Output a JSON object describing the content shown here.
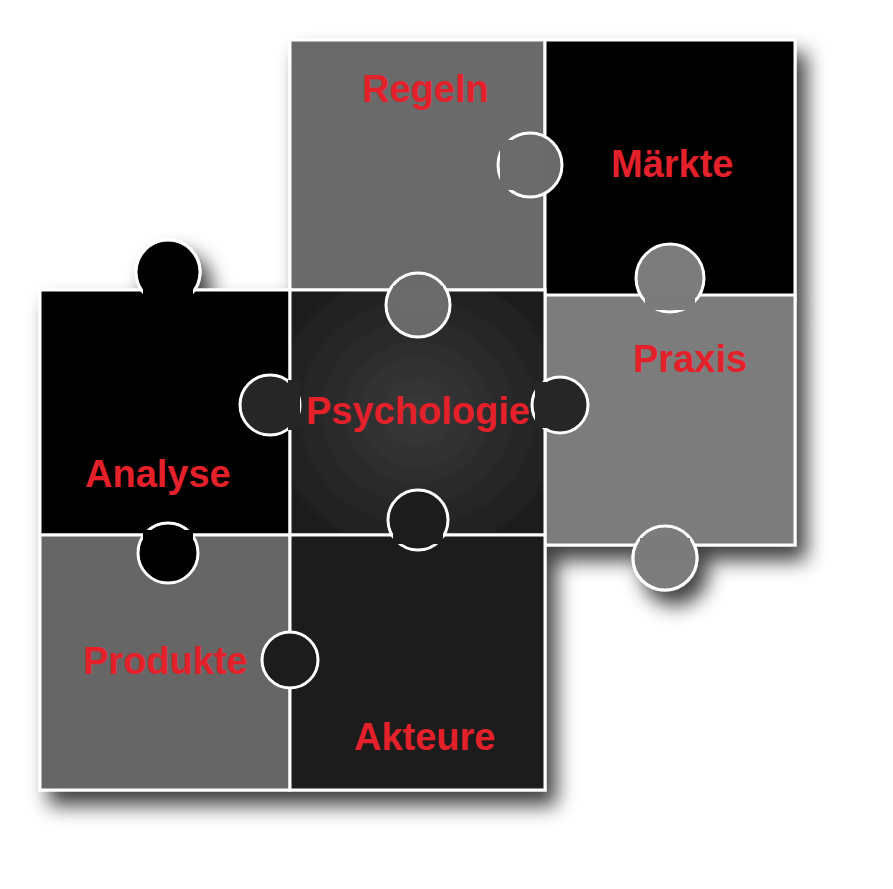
{
  "diagram": {
    "nodes": [
      {
        "text": [
          "Regeln"
        ]
      },
      {
        "text": [
          "Märkte"
        ]
      },
      {
        "text": [
          "Analyse"
        ]
      },
      {
        "text": [
          "Psychologie"
        ]
      },
      {
        "text": [
          "Praxis"
        ]
      },
      {
        "text": [
          "Produkte"
        ]
      },
      {
        "text": [
          "Akteure"
        ]
      }
    ]
  }
}
